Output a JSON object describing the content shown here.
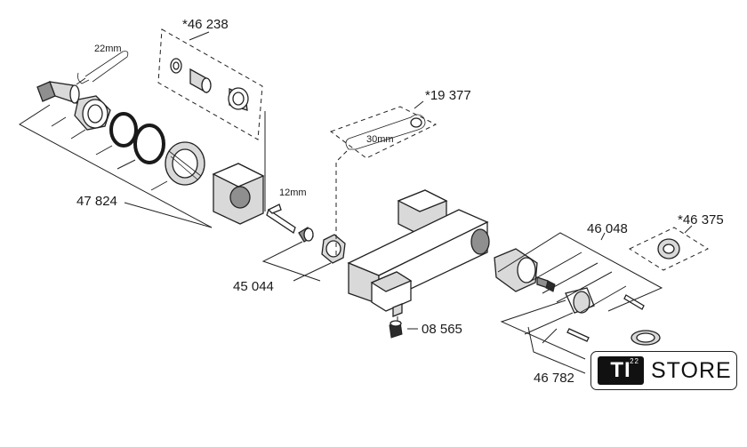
{
  "labels": {
    "p46238": "*46 238",
    "p19377": "*19 377",
    "p46375": "*46 375",
    "p46048": "46 048",
    "p47824": "47 824",
    "p45044": "45 044",
    "p08565": "08 565",
    "p46782": "46 782"
  },
  "tools": {
    "wrench_22": "22mm",
    "wrench_30": "30mm",
    "hex_key_12": "12mm"
  },
  "logo": {
    "mark": "TI",
    "superscript": "22",
    "word": "STORE"
  }
}
